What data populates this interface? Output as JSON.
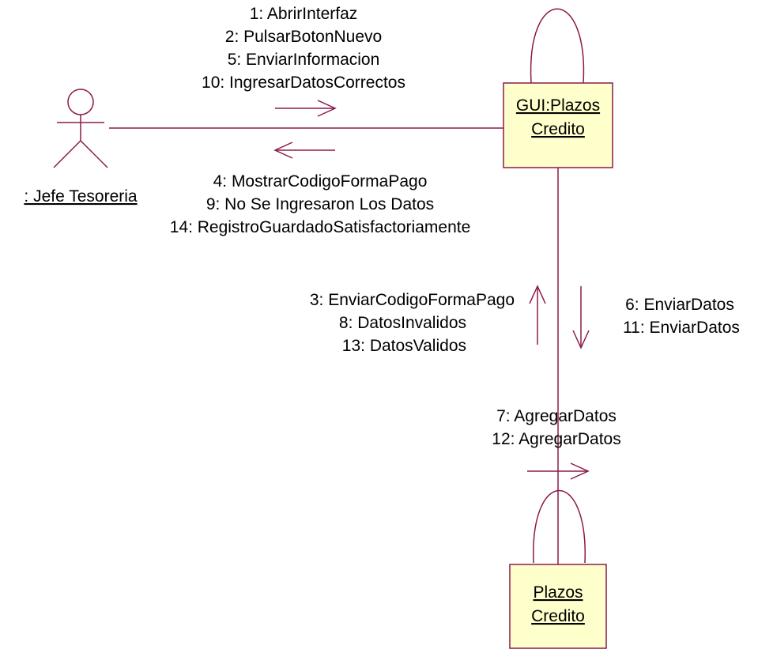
{
  "actor": {
    "label": ": Jefe Tesoreria"
  },
  "objects": {
    "gui": {
      "line1": "GUI:Plazos",
      "line2": "Credito"
    },
    "plazos": {
      "line1": "Plazos",
      "line2": "Credito"
    }
  },
  "messages": {
    "actor_to_gui": [
      "1: AbrirInterfaz",
      "2: PulsarBotonNuevo",
      "5: EnviarInformacion",
      "10: IngresarDatosCorrectos"
    ],
    "gui_to_actor": [
      "4: MostrarCodigoFormaPago",
      "9: No Se Ingresaron Los Datos",
      "14: RegistroGuardadoSatisfactoriamente"
    ],
    "plazos_to_gui": [
      "3: EnviarCodigoFormaPago",
      "8: DatosInvalidos",
      "13: DatosValidos"
    ],
    "gui_to_plazos": [
      "6: EnviarDatos",
      "11: EnviarDatos"
    ],
    "plazos_self": [
      "7: AgregarDatos",
      "12: AgregarDatos"
    ]
  },
  "colors": {
    "line": "#8b1a4a",
    "object_fill": "#ffffcc",
    "object_border": "#8b1a4a",
    "text": "#000000"
  }
}
